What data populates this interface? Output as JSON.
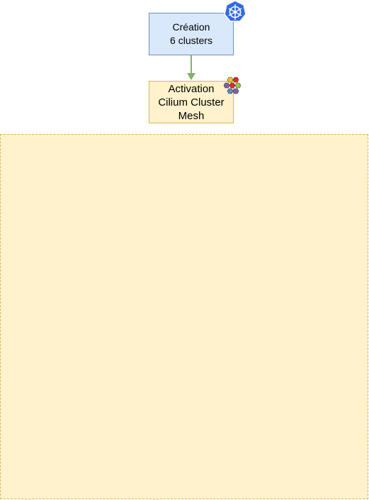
{
  "nodes": {
    "creation": {
      "line1": "Création",
      "line2": "6 clusters"
    },
    "activation": {
      "line1": "Activation",
      "line2": "Cilium Cluster",
      "line3": "Mesh"
    }
  },
  "icons": {
    "creation": "kubernetes-icon",
    "activation": "cilium-icon"
  },
  "colors": {
    "creation_fill": "#dae8fc",
    "creation_stroke": "#6c8ebf",
    "activation_fill": "#fff2cc",
    "activation_stroke": "#d6b656",
    "arrow": "#82b366",
    "kubernetes_blue": "#326ce5"
  }
}
